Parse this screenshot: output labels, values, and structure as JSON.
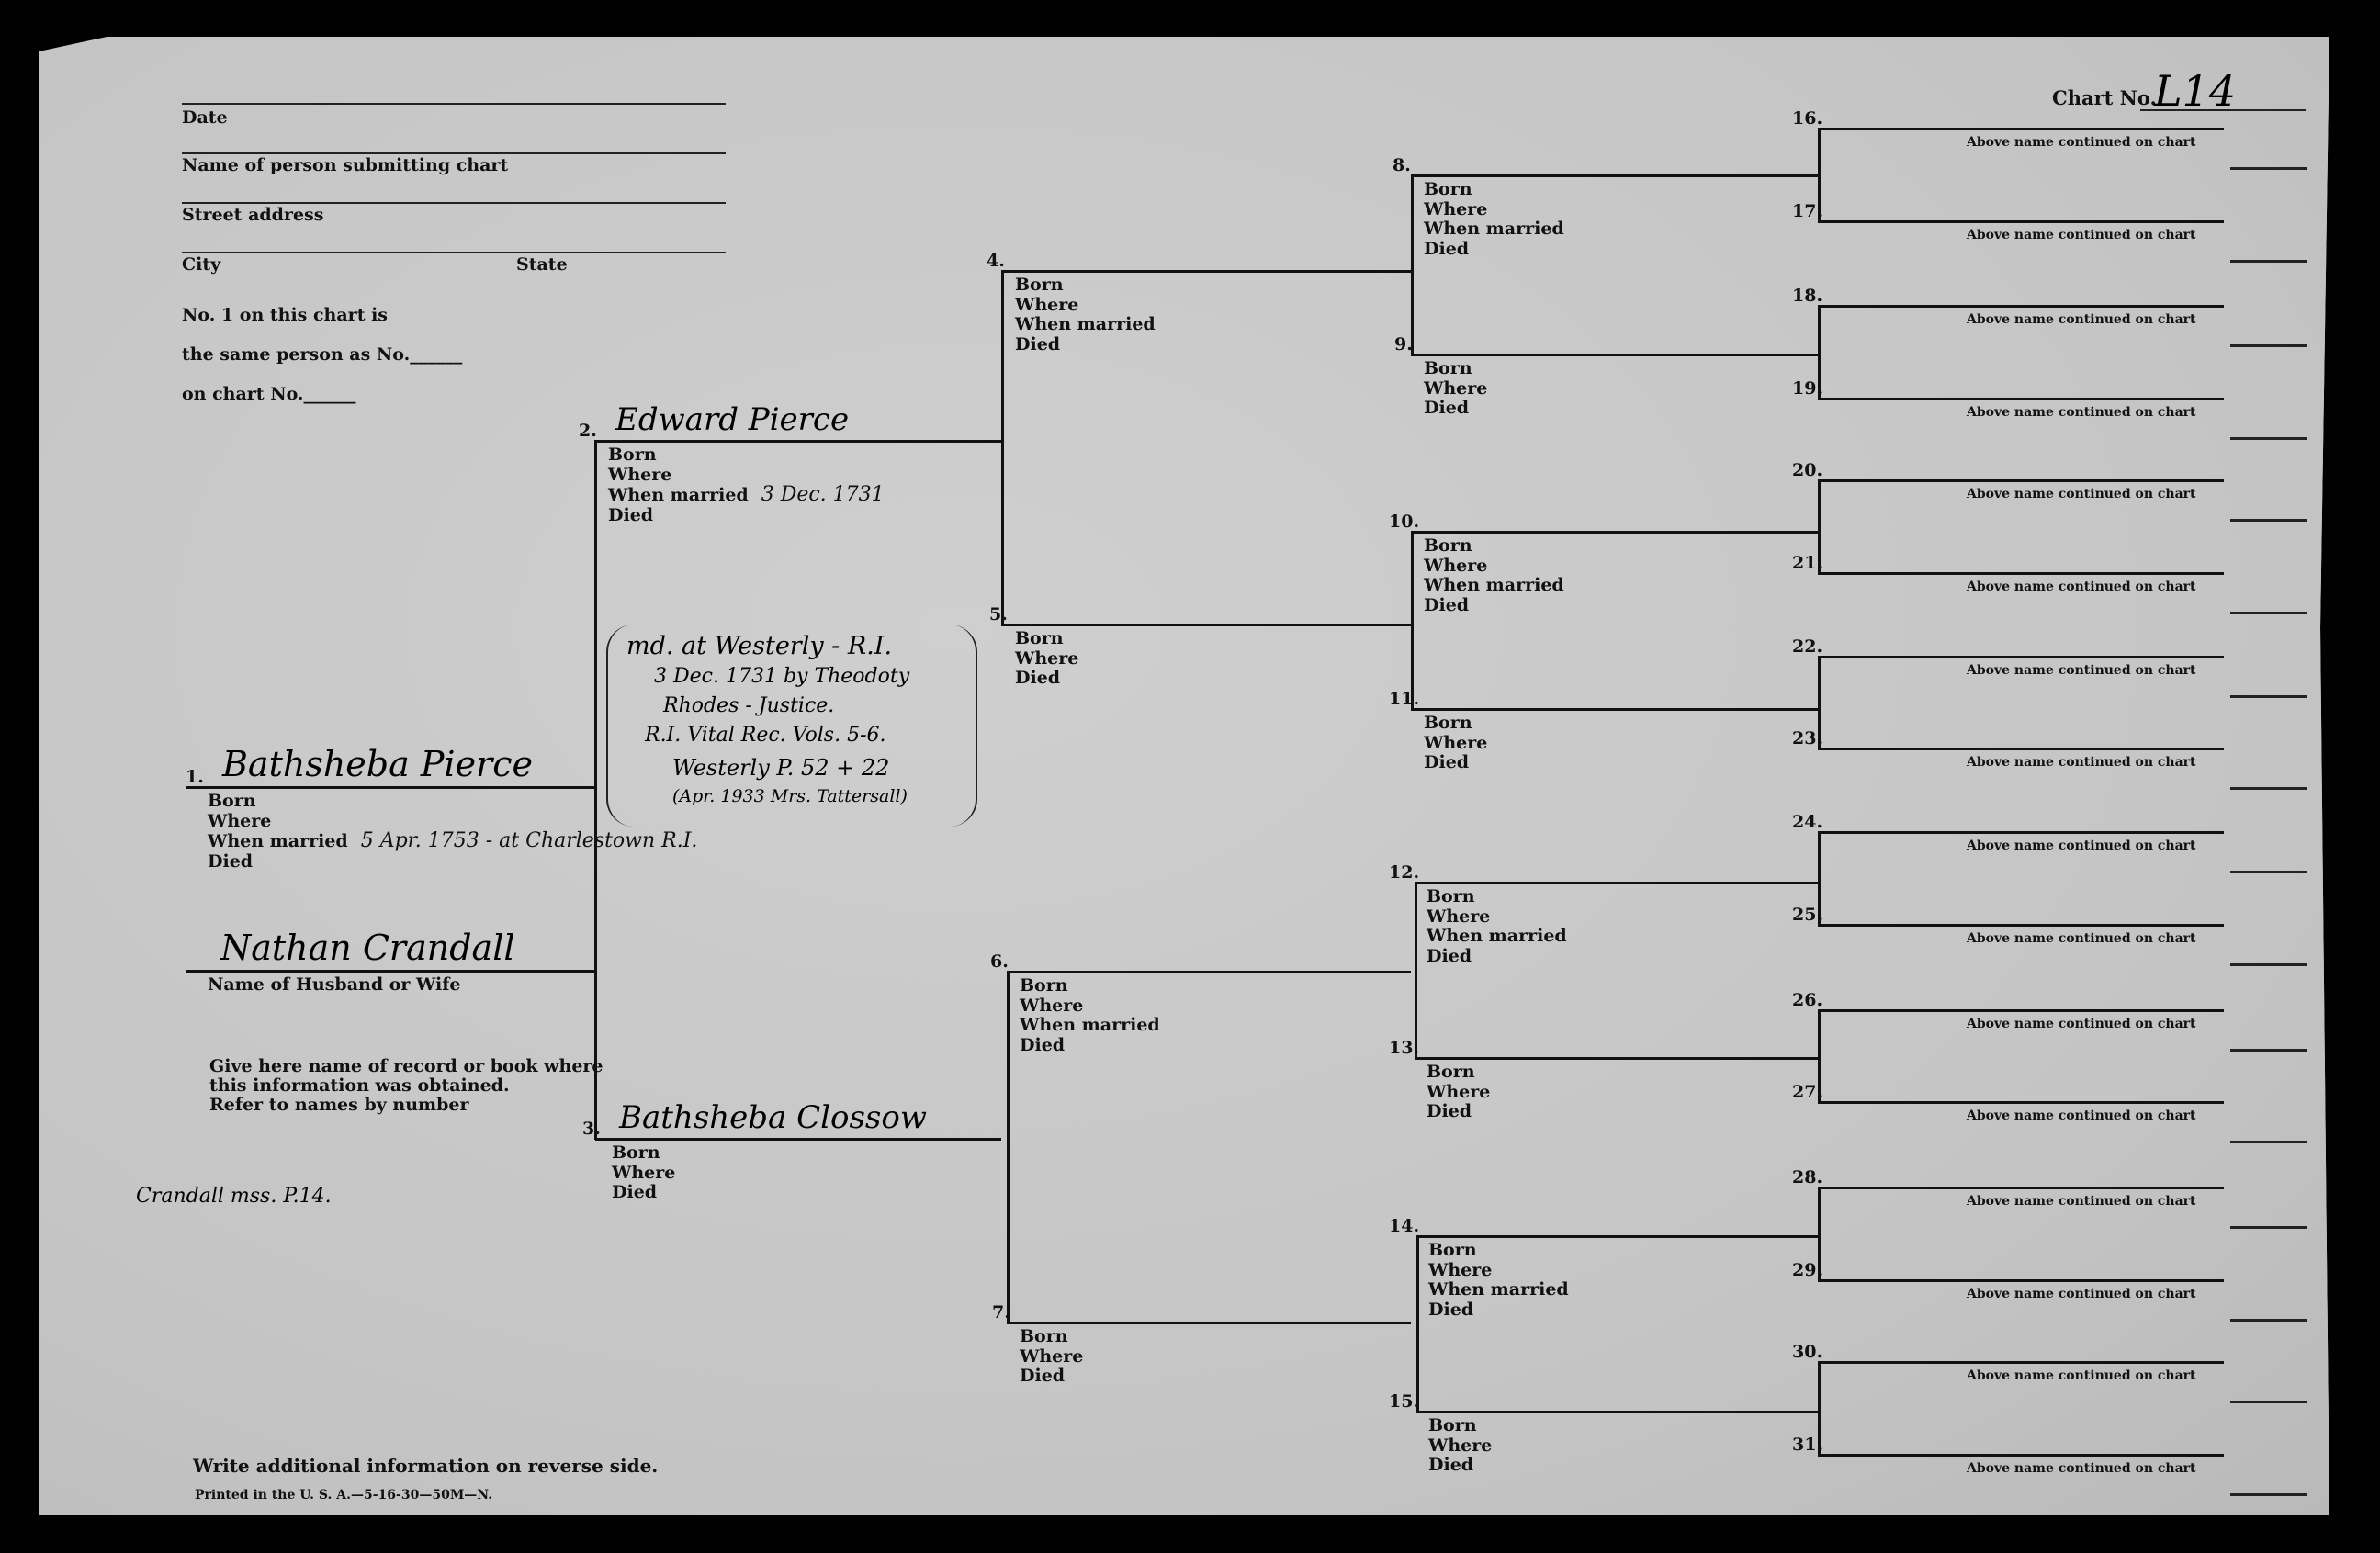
{
  "header": {
    "chart_no_label": "Chart No.",
    "chart_no_value": "L14",
    "date_label": "Date",
    "submitter_label": "Name of person submitting chart",
    "street_label": "Street address",
    "city_label": "City",
    "state_label": "State",
    "same_person_1": "No. 1 on this chart is",
    "same_person_2": "the same person as No.______",
    "same_person_3": "on chart No.______"
  },
  "spouse": {
    "name": "Nathan Crandall",
    "label": "Name of Husband or Wife"
  },
  "source": {
    "instructions": [
      "Give here name of record or book where",
      "this information was obtained.",
      "Refer to names by number"
    ],
    "note": "Crandall mss. P.14."
  },
  "marriage_note": {
    "lines": [
      "md. at Westerly - R.I.",
      "3 Dec. 1731 by Theodoty",
      "Rhodes - Justice.",
      "R.I. Vital Rec. Vols. 5-6.",
      "Westerly P. 52 + 22",
      "(Apr. 1933 Mrs. Tattersall)"
    ]
  },
  "footer": {
    "reverse_side": "Write additional information on reverse side.",
    "printed": "Printed in the U. S. A.—5-16-30—50M—N."
  },
  "persons": [
    {
      "number": "1.",
      "name": "Bathsheba Pierce",
      "fields": [
        {
          "label": "Born"
        },
        {
          "label": "Where"
        },
        {
          "label": "When married",
          "value": "5 Apr. 1753 - at Charlestown R.I."
        },
        {
          "label": "Died"
        }
      ]
    },
    {
      "number": "2.",
      "name": "Edward Pierce",
      "fields": [
        {
          "label": "Born"
        },
        {
          "label": "Where"
        },
        {
          "label": "When married",
          "value": "3 Dec. 1731"
        },
        {
          "label": "Died"
        }
      ]
    },
    {
      "number": "3.",
      "name": "Bathsheba Clossow",
      "fields": [
        {
          "label": "Born"
        },
        {
          "label": "Where"
        },
        {
          "label": "Died"
        }
      ]
    },
    {
      "number": "4.",
      "name": "",
      "fields": [
        {
          "label": "Born"
        },
        {
          "label": "Where"
        },
        {
          "label": "When married"
        },
        {
          "label": "Died"
        }
      ]
    },
    {
      "number": "5.",
      "name": "",
      "fields": [
        {
          "label": "Born"
        },
        {
          "label": "Where"
        },
        {
          "label": "Died"
        }
      ]
    },
    {
      "number": "6.",
      "name": "",
      "fields": [
        {
          "label": "Born"
        },
        {
          "label": "Where"
        },
        {
          "label": "When married"
        },
        {
          "label": "Died"
        }
      ]
    },
    {
      "number": "7.",
      "name": "",
      "fields": [
        {
          "label": "Born"
        },
        {
          "label": "Where"
        },
        {
          "label": "Died"
        }
      ]
    },
    {
      "number": "8.",
      "name": "",
      "fields": [
        {
          "label": "Born"
        },
        {
          "label": "Where"
        },
        {
          "label": "When married"
        },
        {
          "label": "Died"
        }
      ]
    },
    {
      "number": "9.",
      "name": "",
      "fields": [
        {
          "label": "Born"
        },
        {
          "label": "Where"
        },
        {
          "label": "Died"
        }
      ]
    },
    {
      "number": "10.",
      "name": "",
      "fields": [
        {
          "label": "Born"
        },
        {
          "label": "Where"
        },
        {
          "label": "When married"
        },
        {
          "label": "Died"
        }
      ]
    },
    {
      "number": "11.",
      "name": "",
      "fields": [
        {
          "label": "Born"
        },
        {
          "label": "Where"
        },
        {
          "label": "Died"
        }
      ]
    },
    {
      "number": "12.",
      "name": "",
      "fields": [
        {
          "label": "Born"
        },
        {
          "label": "Where"
        },
        {
          "label": "When married"
        },
        {
          "label": "Died"
        }
      ]
    },
    {
      "number": "13.",
      "name": "",
      "fields": [
        {
          "label": "Born"
        },
        {
          "label": "Where"
        },
        {
          "label": "Died"
        }
      ]
    },
    {
      "number": "14.",
      "name": "",
      "fields": [
        {
          "label": "Born"
        },
        {
          "label": "Where"
        },
        {
          "label": "When married"
        },
        {
          "label": "Died"
        }
      ]
    },
    {
      "number": "15.",
      "name": "",
      "fields": [
        {
          "label": "Born"
        },
        {
          "label": "Where"
        },
        {
          "label": "Died"
        }
      ]
    }
  ],
  "outer": {
    "numbers": [
      "16.",
      "17.",
      "18.",
      "19.",
      "20.",
      "21.",
      "22.",
      "23.",
      "24.",
      "25.",
      "26.",
      "27.",
      "28.",
      "29.",
      "30.",
      "31."
    ],
    "caption": "Above name continued on chart"
  }
}
